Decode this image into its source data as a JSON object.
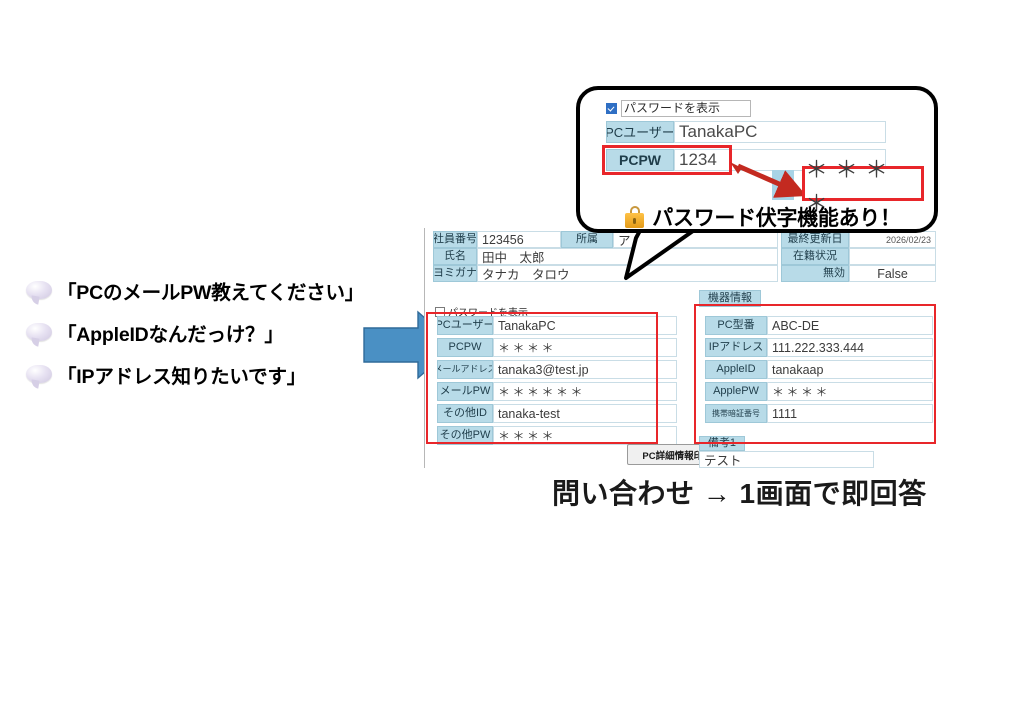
{
  "questions": [
    {
      "icon": "speech-bubble-icon",
      "text": "「PCのメールPW教えてください」"
    },
    {
      "icon": "speech-bubble-icon",
      "text": "「AppleIDなんだっけ？」"
    },
    {
      "icon": "speech-bubble-icon",
      "text": "「IPアドレス知りたいです」"
    }
  ],
  "flow_arrow": {
    "icon": "right-arrow-icon",
    "color": "#4a90c4"
  },
  "app": {
    "header": {
      "employee_no_label": "社員番号",
      "employee_no_value": "123456",
      "dept_label": "所属",
      "dept_value": "ア",
      "name_label": "氏名",
      "name_value": "田中　太郎",
      "kana_label": "ヨミガナ",
      "kana_value": "タナカ　タロウ",
      "last_update_label": "最終更新日",
      "last_update_value": "2026/02/23",
      "enrollment_label": "在籍状況",
      "enrollment_value": "",
      "disabled_label": "無効",
      "disabled_value": "False"
    },
    "show_password": {
      "label": "パスワードを表示",
      "checked": false
    },
    "credentials": [
      {
        "label": "PCユーザー",
        "value": "TanakaPC",
        "masked": false
      },
      {
        "label": "PCPW",
        "value": "＊＊＊＊",
        "masked": true
      },
      {
        "label": "メールアドレス",
        "value": "tanaka3@test.jp",
        "masked": false
      },
      {
        "label": "メールPW",
        "value": "＊＊＊＊＊＊",
        "masked": true
      },
      {
        "label": "その他ID",
        "value": "tanaka-test",
        "masked": false
      },
      {
        "label": "その他PW",
        "value": "＊＊＊＊",
        "masked": true
      }
    ],
    "device_section_label": "機器情報",
    "device": [
      {
        "label": "PC型番",
        "value": "ABC-DE",
        "masked": false
      },
      {
        "label": "IPアドレス",
        "value": "111.222.333.444",
        "masked": false
      },
      {
        "label": "AppleID",
        "value": "tanakaap",
        "masked": false
      },
      {
        "label": "ApplePW",
        "value": "＊＊＊＊",
        "masked": true
      },
      {
        "label": "携帯暗証番号",
        "value": "1111",
        "masked": false
      }
    ],
    "print_button_label": "PC詳細情報印刷",
    "note_label": "備考1",
    "note_value": "テスト",
    "highlight_color": "#e8262a"
  },
  "callout": {
    "show_password_label": "パスワードを表示",
    "show_password_checked": true,
    "pc_user_label": "PCユーザー",
    "pc_user_value": "TanakaPC",
    "pc_pw_label": "PCPW",
    "pc_pw_value": "1234",
    "masked_value": "＊＊＊＊",
    "lock_icon": "lock-icon",
    "message": "パスワード伏字機能あり！",
    "arrow_color": "#c32a20",
    "border_color": "#000000"
  },
  "bottom_caption": "問い合わせ → 1画面で即回答"
}
